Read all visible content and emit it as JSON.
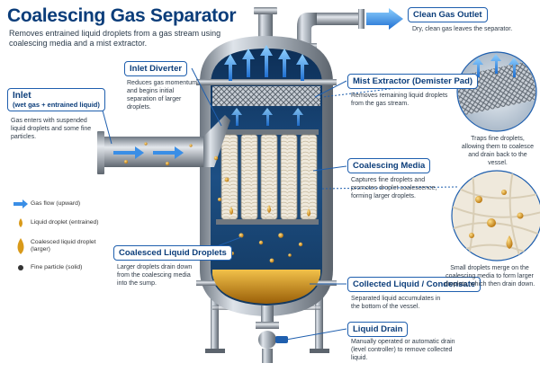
{
  "title": "Coalescing Gas Separator",
  "subtitle": "Removes entrained liquid droplets from a gas stream using coalescing media and a mist extractor.",
  "labels": {
    "clean_gas_outlet": {
      "title": "Clean Gas Outlet",
      "desc": "Dry, clean gas leaves the separator."
    },
    "inlet": {
      "title": "Inlet",
      "title2": "(wet gas + entrained liquid)",
      "desc": "Gas enters with suspended liquid droplets and some fine particles."
    },
    "inlet_diverter": {
      "title": "Inlet Diverter",
      "desc": "Reduces gas momentum and begins initial separation of larger droplets."
    },
    "mist_extractor": {
      "title": "Mist Extractor (Demister Pad)",
      "desc": "Removes remaining liquid droplets from the gas stream."
    },
    "coalescing_media": {
      "title": "Coalescing Media",
      "desc": "Captures fine droplets and promotes droplet coalescence, forming larger droplets."
    },
    "coalesced_droplets": {
      "title": "Coalesced Liquid Droplets",
      "desc": "Larger droplets drain down from the coalescing media into the sump."
    },
    "collected_liquid": {
      "title": "Collected Liquid / Condensate",
      "desc": "Separated liquid accumulates in the bottom of the vessel."
    },
    "liquid_drain": {
      "title": "Liquid Drain",
      "desc": "Manually operated or automatic drain (level controller) to remove collected liquid."
    }
  },
  "callouts": {
    "demister_detail": "Traps fine droplets, allowing them to coalesce and drain back to the vessel.",
    "media_detail": "Small droplets merge on the coalescing media to form larger droplets, which then drain down."
  },
  "legend": [
    {
      "icon": "gas-flow-arrow-icon",
      "label": "Gas flow (upward)"
    },
    {
      "icon": "liquid-droplet-icon",
      "label": "Liquid droplet (entrained)"
    },
    {
      "icon": "coalesced-droplet-icon",
      "label": "Coalesced liquid droplet (larger)"
    },
    {
      "icon": "fine-particle-icon",
      "label": "Fine particle (solid)"
    }
  ],
  "colors": {
    "accent": "#1f5fae",
    "title": "#0b3d7a",
    "steel": "#9aa3ad",
    "liquid": "#d99a1a",
    "gas": "#3a8ee6"
  }
}
